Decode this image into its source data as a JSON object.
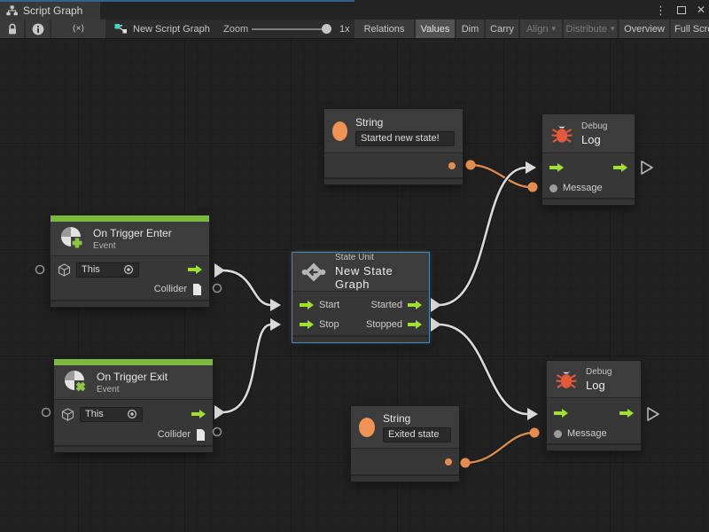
{
  "window": {
    "tab_title": "Script Graph",
    "menu_icon": "⋮",
    "close_icon": "✕"
  },
  "toolbar": {
    "code_toggle": "⟨×⟩",
    "graph_name": "New Script Graph",
    "zoom_label": "Zoom",
    "zoom_value": "1x",
    "caret": "▾",
    "buttons": {
      "relations": "Relations",
      "values": "Values",
      "dim": "Dim",
      "carry": "Carry",
      "align": "Align",
      "distribute": "Distribute",
      "overview": "Overview",
      "full_screen": "Full Screen"
    }
  },
  "colors": {
    "accent_green": "#7cba3d",
    "flow_green": "#a0e12d",
    "literal_orange": "#ef9455",
    "wire_orange": "#d98a4d",
    "wire_white": "#dadada",
    "selection_blue": "#4e89ad",
    "canvas_bg": "#212121"
  },
  "nodes": {
    "string_top": {
      "title": "String",
      "value": "Started new state!"
    },
    "string_bottom": {
      "title": "String",
      "value": "Exited state"
    },
    "debug_top": {
      "kind": "Debug",
      "title": "Log",
      "input": "Message"
    },
    "debug_bottom": {
      "kind": "Debug",
      "title": "Log",
      "input": "Message"
    },
    "on_trigger_enter": {
      "title": "On Trigger Enter",
      "subtitle": "Event",
      "target_value": "This",
      "output": "Collider"
    },
    "on_trigger_exit": {
      "title": "On Trigger Exit",
      "subtitle": "Event",
      "target_value": "This",
      "output": "Collider"
    },
    "state_unit": {
      "kind": "State Unit",
      "title": "New State Graph",
      "inputs": [
        "Start",
        "Stop"
      ],
      "outputs": [
        "Started",
        "Stopped"
      ]
    }
  }
}
